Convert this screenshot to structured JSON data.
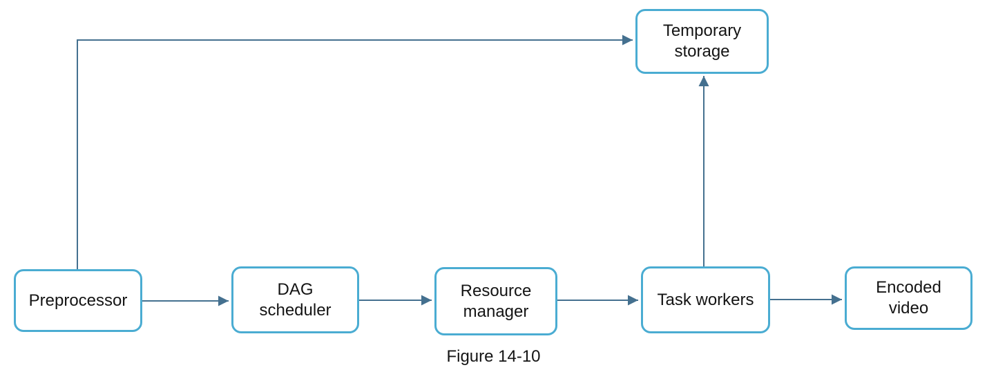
{
  "diagram": {
    "caption": "Figure 14-10",
    "colors": {
      "node_border": "#4AACD2",
      "connector": "#44708F",
      "text": "#141414",
      "background": "#FFFFFF"
    },
    "nodes": [
      {
        "id": "preprocessor",
        "label": "Preprocessor"
      },
      {
        "id": "dag-scheduler",
        "label": "DAG\nscheduler"
      },
      {
        "id": "resource-manager",
        "label": "Resource\nmanager"
      },
      {
        "id": "task-workers",
        "label": "Task workers"
      },
      {
        "id": "encoded-video",
        "label": "Encoded\nvideo"
      },
      {
        "id": "temporary-storage",
        "label": "Temporary\nstorage"
      }
    ],
    "edges": [
      {
        "from": "preprocessor",
        "to": "temporary-storage"
      },
      {
        "from": "preprocessor",
        "to": "dag-scheduler"
      },
      {
        "from": "dag-scheduler",
        "to": "resource-manager"
      },
      {
        "from": "resource-manager",
        "to": "task-workers"
      },
      {
        "from": "task-workers",
        "to": "encoded-video"
      },
      {
        "from": "task-workers",
        "to": "temporary-storage"
      }
    ]
  }
}
